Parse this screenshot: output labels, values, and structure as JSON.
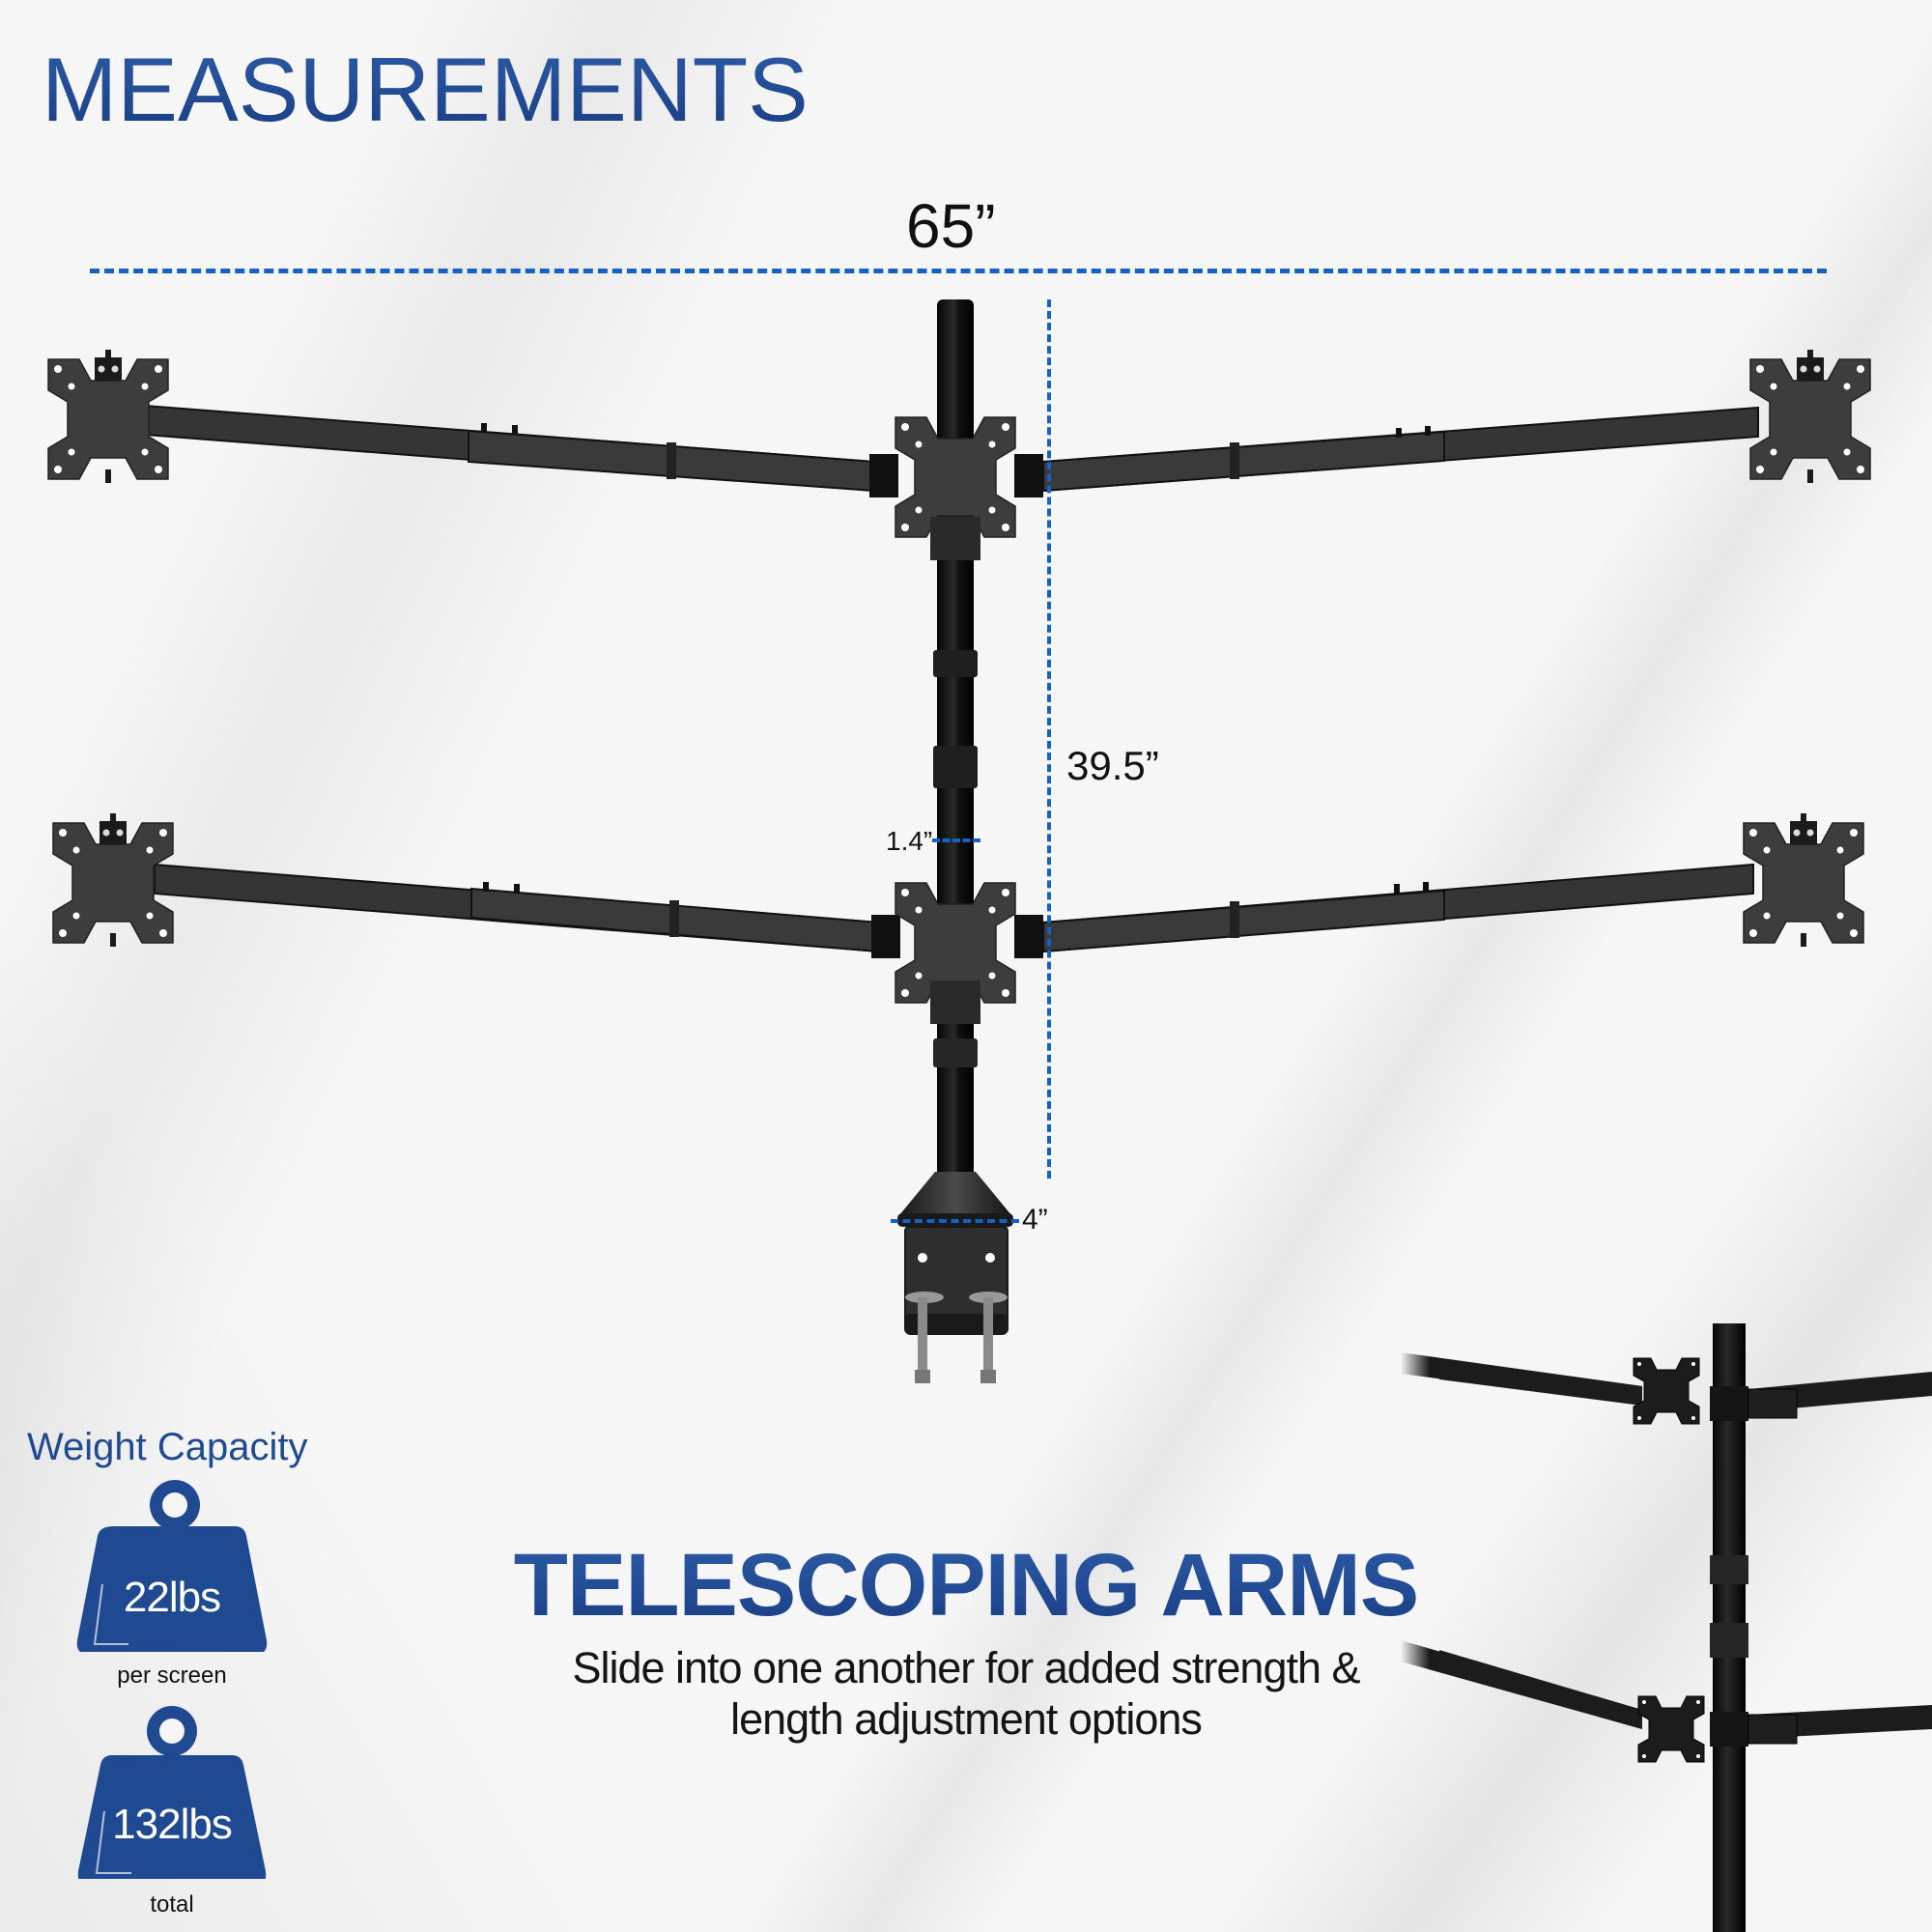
{
  "header": {
    "title": "MEASUREMENTS"
  },
  "dimensions": {
    "total_width": "65”",
    "pole_height": "39.5”",
    "pole_diameter": "1.4”",
    "base_diameter": "4”"
  },
  "weight_capacity": {
    "heading": "Weight Capacity",
    "items": [
      {
        "value": "22lbs",
        "caption": "per screen"
      },
      {
        "value": "132lbs",
        "caption": "total"
      }
    ]
  },
  "feature": {
    "title": "TELESCOPING ARMS",
    "description_line1": "Slide into one another for added strength &",
    "description_line2": "length adjustment options"
  },
  "colors": {
    "brand_blue": "#1f4a92",
    "dimension_line_blue": "#1662c4",
    "product_black": "#1a1a1a",
    "plate_gray": "#3d3d3d"
  },
  "product": {
    "name": "hex-monitor-desk-mount",
    "screens": 6,
    "tiers": 2
  }
}
